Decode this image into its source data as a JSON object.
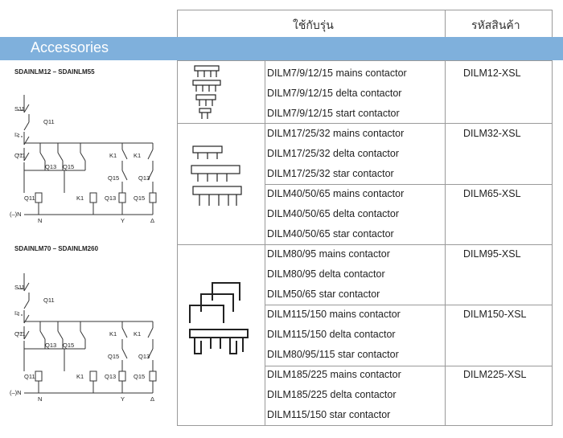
{
  "header": {
    "col_models": "ใช้กับรุ่น",
    "col_code": "รหัสสินค้า"
  },
  "banner": {
    "title": "Accessories"
  },
  "circuits": [
    {
      "title": "SDAINLM12 – SDAINLM55",
      "labels": {
        "s11": "S11",
        "q11a": "Q11",
        "ie": "I≥",
        "q11b": "Q11",
        "q13a": "Q13",
        "q15a": "Q15",
        "k1a": "K1",
        "k1b": "K1",
        "q15b": "Q15",
        "q13b": "Q13",
        "q11c": "Q11",
        "k1c": "K1",
        "q13c": "Q13",
        "q15c": "Q15",
        "neutral": "(–)N",
        "n": "N",
        "y": "Y",
        "delta": "Δ"
      }
    },
    {
      "title": "SDAINLM70 – SDAINLM260",
      "labels": {
        "s11": "S11",
        "q11a": "Q11",
        "ie": "I≥",
        "q11b": "Q11",
        "q13a": "Q13",
        "q15a": "Q15",
        "k1a": "K1",
        "k1b": "K1",
        "q15b": "Q15",
        "q13b": "Q13",
        "q11c": "Q11",
        "k1c": "K1",
        "q13c": "Q13",
        "q15c": "Q15",
        "neutral": "(–)N",
        "n": "N",
        "y": "Y",
        "delta": "Δ"
      }
    }
  ],
  "table": {
    "rows": [
      "DILM7/9/12/15 mains contactor",
      "DILM7/9/12/15 delta contactor",
      "DILM7/9/12/15 start contactor",
      "DILM17/25/32 mains contactor",
      "DILM17/25/32 delta contactor",
      "DILM17/25/32 star contactor",
      "DILM40/50/65 mains contactor",
      "DILM40/50/65 delta contactor",
      "DILM40/50/65 star contactor",
      "DILM80/95 mains contactor",
      "DILM80/95 delta contactor",
      "DILM50/65 star contactor",
      "DILM115/150 mains contactor",
      "DILM115/150 delta contactor",
      "DILM80/95/115 star contactor",
      "DILM185/225 mains contactor",
      "DILM185/225 delta contactor",
      "DILM115/150 star contactor"
    ],
    "codes": [
      "DILM12-XSL",
      "DILM32-XSL",
      "DILM65-XSL",
      "DILM95-XSL",
      "DILM150-XSL",
      "DILM225-XSL"
    ]
  }
}
